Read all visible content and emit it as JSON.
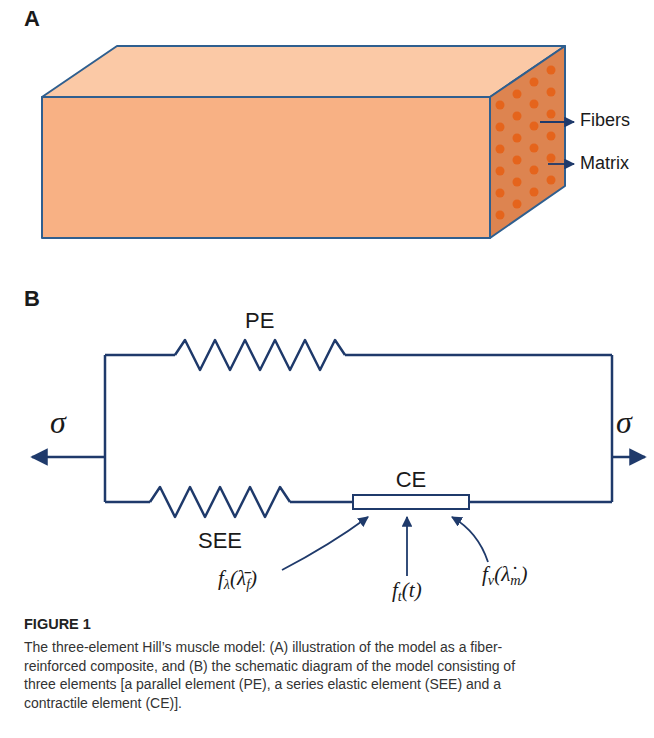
{
  "diagram": {
    "caption": "The three-element Hill’s muscle model: (A) illustration of the model as a fiber-reinforced composite, and (B) the schematic diagram of the model consisting of three elements [a parallel element (PE), a series elastic element (SEE) and a contractile element (CE)].",
    "nodes": [
      {
        "text": [
          "CE"
        ]
      }
    ],
    "labels": [
      "A",
      "Fibers",
      "Matrix",
      "B",
      "PE",
      "σ",
      "σ",
      "SEE",
      "fλ(λ̄f)",
      "ft(t)",
      "fv(λ̇m)",
      "FIGURE 1"
    ]
  }
}
